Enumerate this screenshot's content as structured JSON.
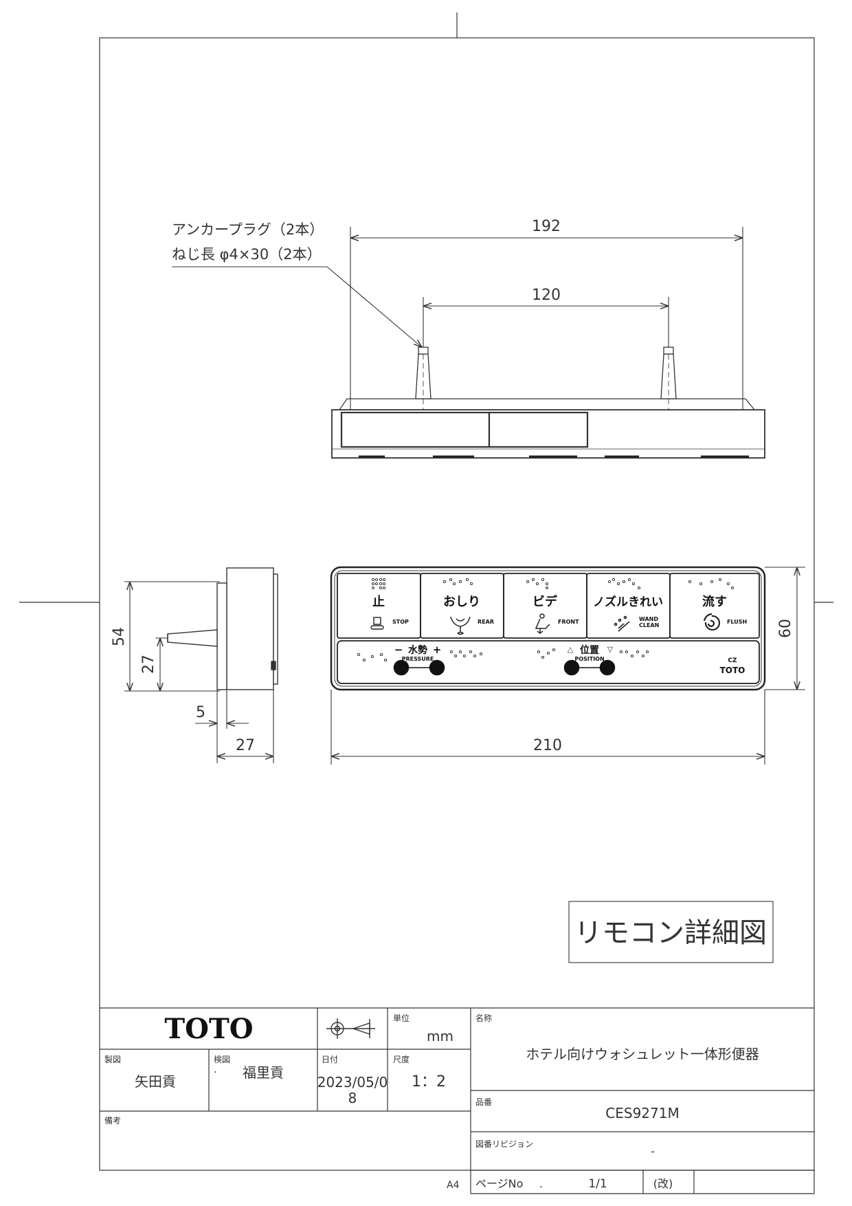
{
  "drawing": {
    "callout": {
      "line1": "アンカープラグ（2本）",
      "line2": "ねじ長 φ4×30（2本）"
    },
    "dimensions": {
      "top_overall": "192",
      "top_inner": "120",
      "front_width": "210",
      "front_height": "60",
      "side_height": "54",
      "side_pin_height": "27",
      "side_offset": "5",
      "side_depth": "27"
    },
    "buttons": [
      {
        "label": "止",
        "sub": "STOP"
      },
      {
        "label": "おしり",
        "sub": "REAR"
      },
      {
        "label": "ビデ",
        "sub": "FRONT"
      },
      {
        "label": "ノズルきれい",
        "sub": "WAND",
        "sub2": "CLEAN"
      },
      {
        "label": "流す",
        "sub": "FLUSH"
      }
    ],
    "pressure": {
      "label": "水勢",
      "minus": "−",
      "plus": "+",
      "sub": "PRESSURE"
    },
    "position": {
      "label": "位置",
      "up": "△",
      "down": "▽",
      "sub": "POSITION"
    },
    "remote_marks": {
      "cz": "CZ",
      "brand": "TOTO"
    },
    "detail_title": "リモコン詳細図"
  },
  "title_block": {
    "company": "TOTO",
    "unit_label": "単位",
    "unit_value": "mm",
    "name_label": "名称",
    "name_value": "ホテル向けウォシュレット一体形便器",
    "drawn_label": "製図",
    "drawn_value": "矢田貢",
    "checked_label": "検図",
    "checked_value": "福里貢",
    "checked_mark": ".",
    "date_label": "日付",
    "date_line1": "2023/05/0",
    "date_line2": "8",
    "scale_label": "尺度",
    "scale_value": "1：2",
    "part_label": "品番",
    "part_value": "CES9271M",
    "remarks_label": "備考",
    "revision_label": "図番リビジョン",
    "revision_value": "-",
    "paper_size": "A4",
    "page_label": "ページNo",
    "page_dot": ".",
    "page_value": "1/1",
    "rev_mark": "(改)"
  }
}
